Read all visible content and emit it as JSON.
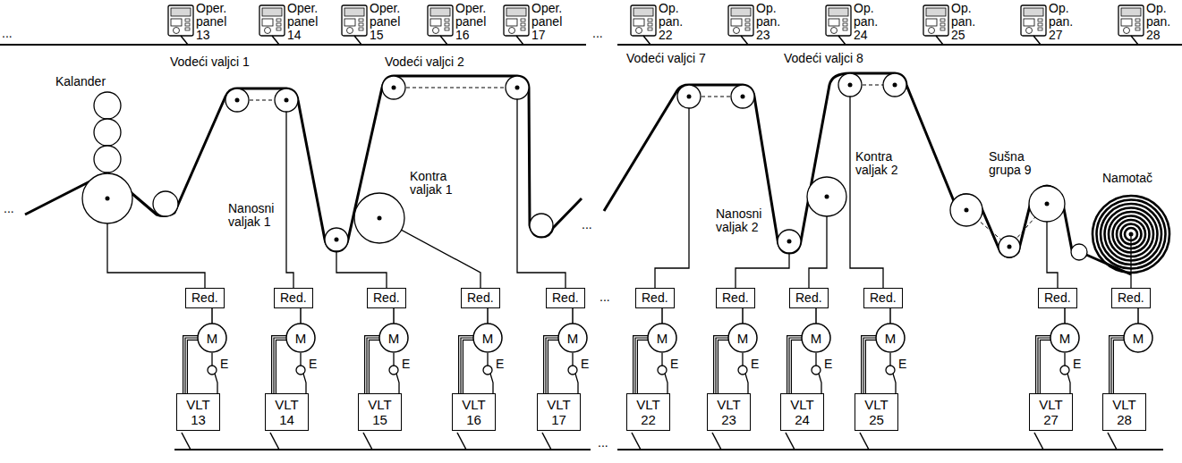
{
  "diagram": {
    "nodes": [
      {
        "text": [
          "Red."
        ]
      },
      {
        "text": [
          "Red."
        ]
      },
      {
        "text": [
          "Red."
        ]
      },
      {
        "text": [
          "Red."
        ]
      },
      {
        "text": [
          "Red."
        ]
      },
      {
        "text": [
          "Red."
        ]
      },
      {
        "text": [
          "Red."
        ]
      },
      {
        "text": [
          "Red."
        ]
      },
      {
        "text": [
          "Red."
        ]
      },
      {
        "text": [
          "Red."
        ]
      },
      {
        "text": [
          "Red."
        ]
      },
      {
        "text": [
          "M"
        ]
      },
      {
        "text": [
          "M"
        ]
      },
      {
        "text": [
          "M"
        ]
      },
      {
        "text": [
          "M"
        ]
      },
      {
        "text": [
          "M"
        ]
      },
      {
        "text": [
          "M"
        ]
      },
      {
        "text": [
          "M"
        ]
      },
      {
        "text": [
          "M"
        ]
      },
      {
        "text": [
          "M"
        ]
      },
      {
        "text": [
          "M"
        ]
      },
      {
        "text": [
          "M"
        ]
      },
      {
        "text": [
          "VLT 13"
        ]
      },
      {
        "text": [
          "VLT 14"
        ]
      },
      {
        "text": [
          "VLT 15"
        ]
      },
      {
        "text": [
          "VLT 16"
        ]
      },
      {
        "text": [
          "VLT 17"
        ]
      },
      {
        "text": [
          "VLT 22"
        ]
      },
      {
        "text": [
          "VLT 23"
        ]
      },
      {
        "text": [
          "VLT 24"
        ]
      },
      {
        "text": [
          "VLT 25"
        ]
      },
      {
        "text": [
          "VLT 27"
        ]
      },
      {
        "text": [
          "VLT 28"
        ]
      }
    ],
    "edges": [
      {
        "from": 0,
        "to": 11,
        "arrow": "none"
      },
      {
        "from": 1,
        "to": 12,
        "arrow": "none"
      },
      {
        "from": 2,
        "to": 13,
        "arrow": "none"
      },
      {
        "from": 3,
        "to": 14,
        "arrow": "none"
      },
      {
        "from": 4,
        "to": 15,
        "arrow": "none"
      },
      {
        "from": 5,
        "to": 16,
        "arrow": "none"
      },
      {
        "from": 6,
        "to": 17,
        "arrow": "none"
      },
      {
        "from": 7,
        "to": 18,
        "arrow": "none"
      },
      {
        "from": 8,
        "to": 19,
        "arrow": "none"
      },
      {
        "from": 9,
        "to": 20,
        "arrow": "none"
      },
      {
        "from": 10,
        "to": 21,
        "arrow": "none"
      },
      {
        "from": 11,
        "to": 22,
        "arrow": "none"
      },
      {
        "from": 12,
        "to": 23,
        "arrow": "none"
      },
      {
        "from": 13,
        "to": 24,
        "arrow": "none"
      },
      {
        "from": 14,
        "to": 25,
        "arrow": "none"
      },
      {
        "from": 15,
        "to": 26,
        "arrow": "none"
      },
      {
        "from": 16,
        "to": 27,
        "arrow": "none"
      },
      {
        "from": 17,
        "to": 28,
        "arrow": "none"
      },
      {
        "from": 18,
        "to": 29,
        "arrow": "none"
      },
      {
        "from": 19,
        "to": 30,
        "arrow": "none"
      },
      {
        "from": 20,
        "to": 31,
        "arrow": "none"
      },
      {
        "from": 21,
        "to": 32,
        "arrow": "none"
      }
    ],
    "labels": [
      "...",
      "Oper. panel 13",
      "Oper. panel 14",
      "Oper. panel 15",
      "Oper. panel 16",
      "Oper. panel 17",
      "...",
      "Op. pan. 22",
      "Op. pan. 23",
      "Op. pan. 24",
      "Op. pan. 25",
      "Op. pan. 27",
      "Op. pan. 28",
      "Kalander",
      "Vodeći valjci 1",
      "Vodeći valjci 2",
      "...",
      "Kontra valjak 1",
      "Nanosni valjak 1",
      "...",
      "Vodeći valjci 7",
      "Vodeći valjci 8",
      "Kontra valjak 2",
      "Nanosni valjak 2",
      "Sušna grupa 9",
      "Namotač",
      "...",
      "E",
      "E",
      "E",
      "E",
      "E",
      "E",
      "E",
      "E",
      "E",
      "E",
      "..."
    ]
  }
}
